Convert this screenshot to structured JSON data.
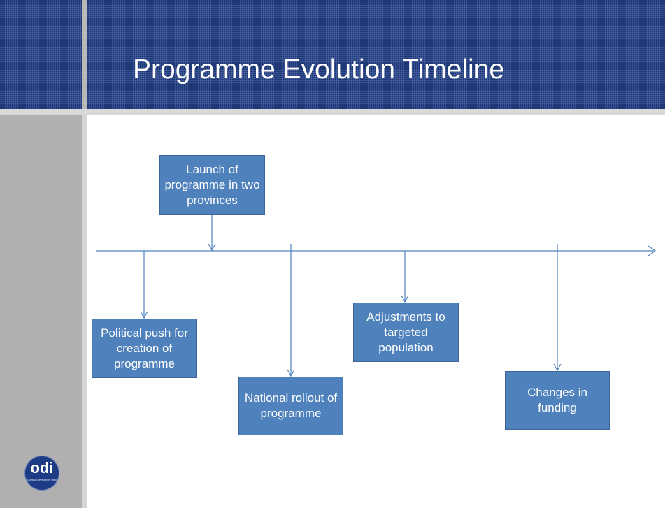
{
  "slide": {
    "title": "Programme Evolution Timeline"
  },
  "logo": {
    "word": "odi",
    "subtitle": "Overseas Development Institute"
  },
  "colors": {
    "header": "#233f88",
    "box_fill": "#4f81bd",
    "line": "#4f81bd",
    "sidebar": "#b0b0b0"
  },
  "timeline": {
    "direction": "left-to-right",
    "events": [
      {
        "label": "Political push for creation of programme",
        "side": "below"
      },
      {
        "label": "Launch of programme in two provinces",
        "side": "above"
      },
      {
        "label": "National rollout of programme",
        "side": "below"
      },
      {
        "label": "Adjustments to targeted population",
        "side": "below"
      },
      {
        "label": "Changes in funding",
        "side": "below"
      }
    ]
  }
}
